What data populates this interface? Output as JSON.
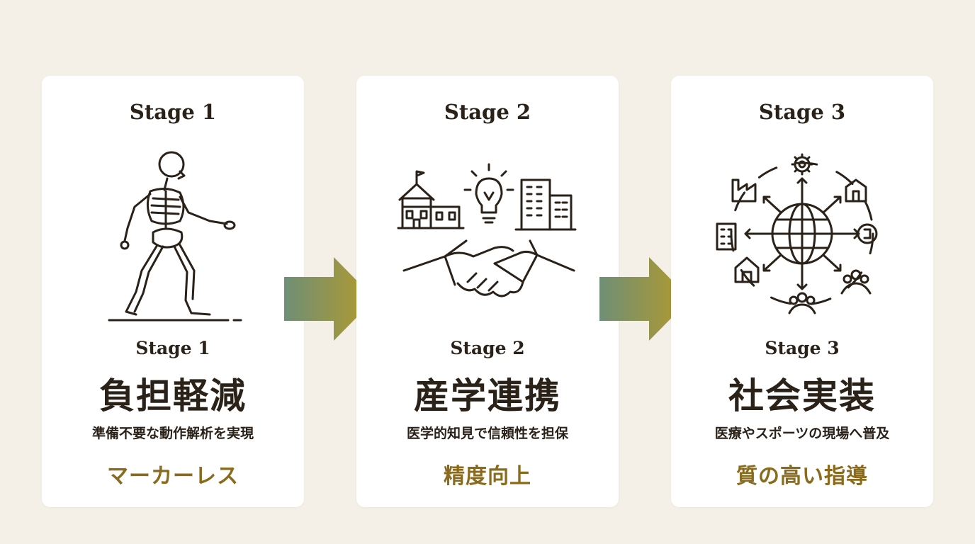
{
  "stages": [
    {
      "heading": "Stage 1",
      "label": "Stage 1",
      "title": "負担軽減",
      "description": "準備不要な動作解析を実現",
      "keyword": "マーカーレス",
      "icon": "walking-skeleton-icon"
    },
    {
      "heading": "Stage 2",
      "label": "Stage 2",
      "title": "産学連携",
      "description": "医学的知見で信頼性を担保",
      "keyword": "精度向上",
      "icon": "handshake-school-building-icon"
    },
    {
      "heading": "Stage 3",
      "label": "Stage 3",
      "title": "社会実装",
      "description": "医療やスポーツの現場へ普及",
      "keyword": "質の高い指導",
      "icon": "globe-network-icon"
    }
  ],
  "colors": {
    "background": "#f4f0e8",
    "card": "#ffffff",
    "text": "#2a2118",
    "accent": "#8a6a1c",
    "arrow_start": "#6f8f76",
    "arrow_end": "#b59a2a"
  }
}
